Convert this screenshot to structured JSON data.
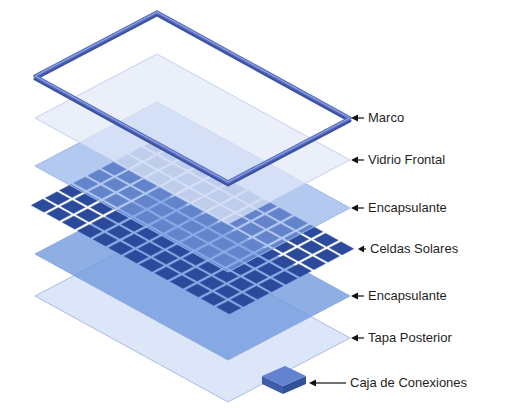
{
  "diagram": {
    "labels": [
      "Marco",
      "Vidrio Frontal",
      "Encapsulante",
      "Celdas Solares",
      "Encapsulante",
      "Tapa Posterior",
      "Caja de Conexiones"
    ]
  }
}
